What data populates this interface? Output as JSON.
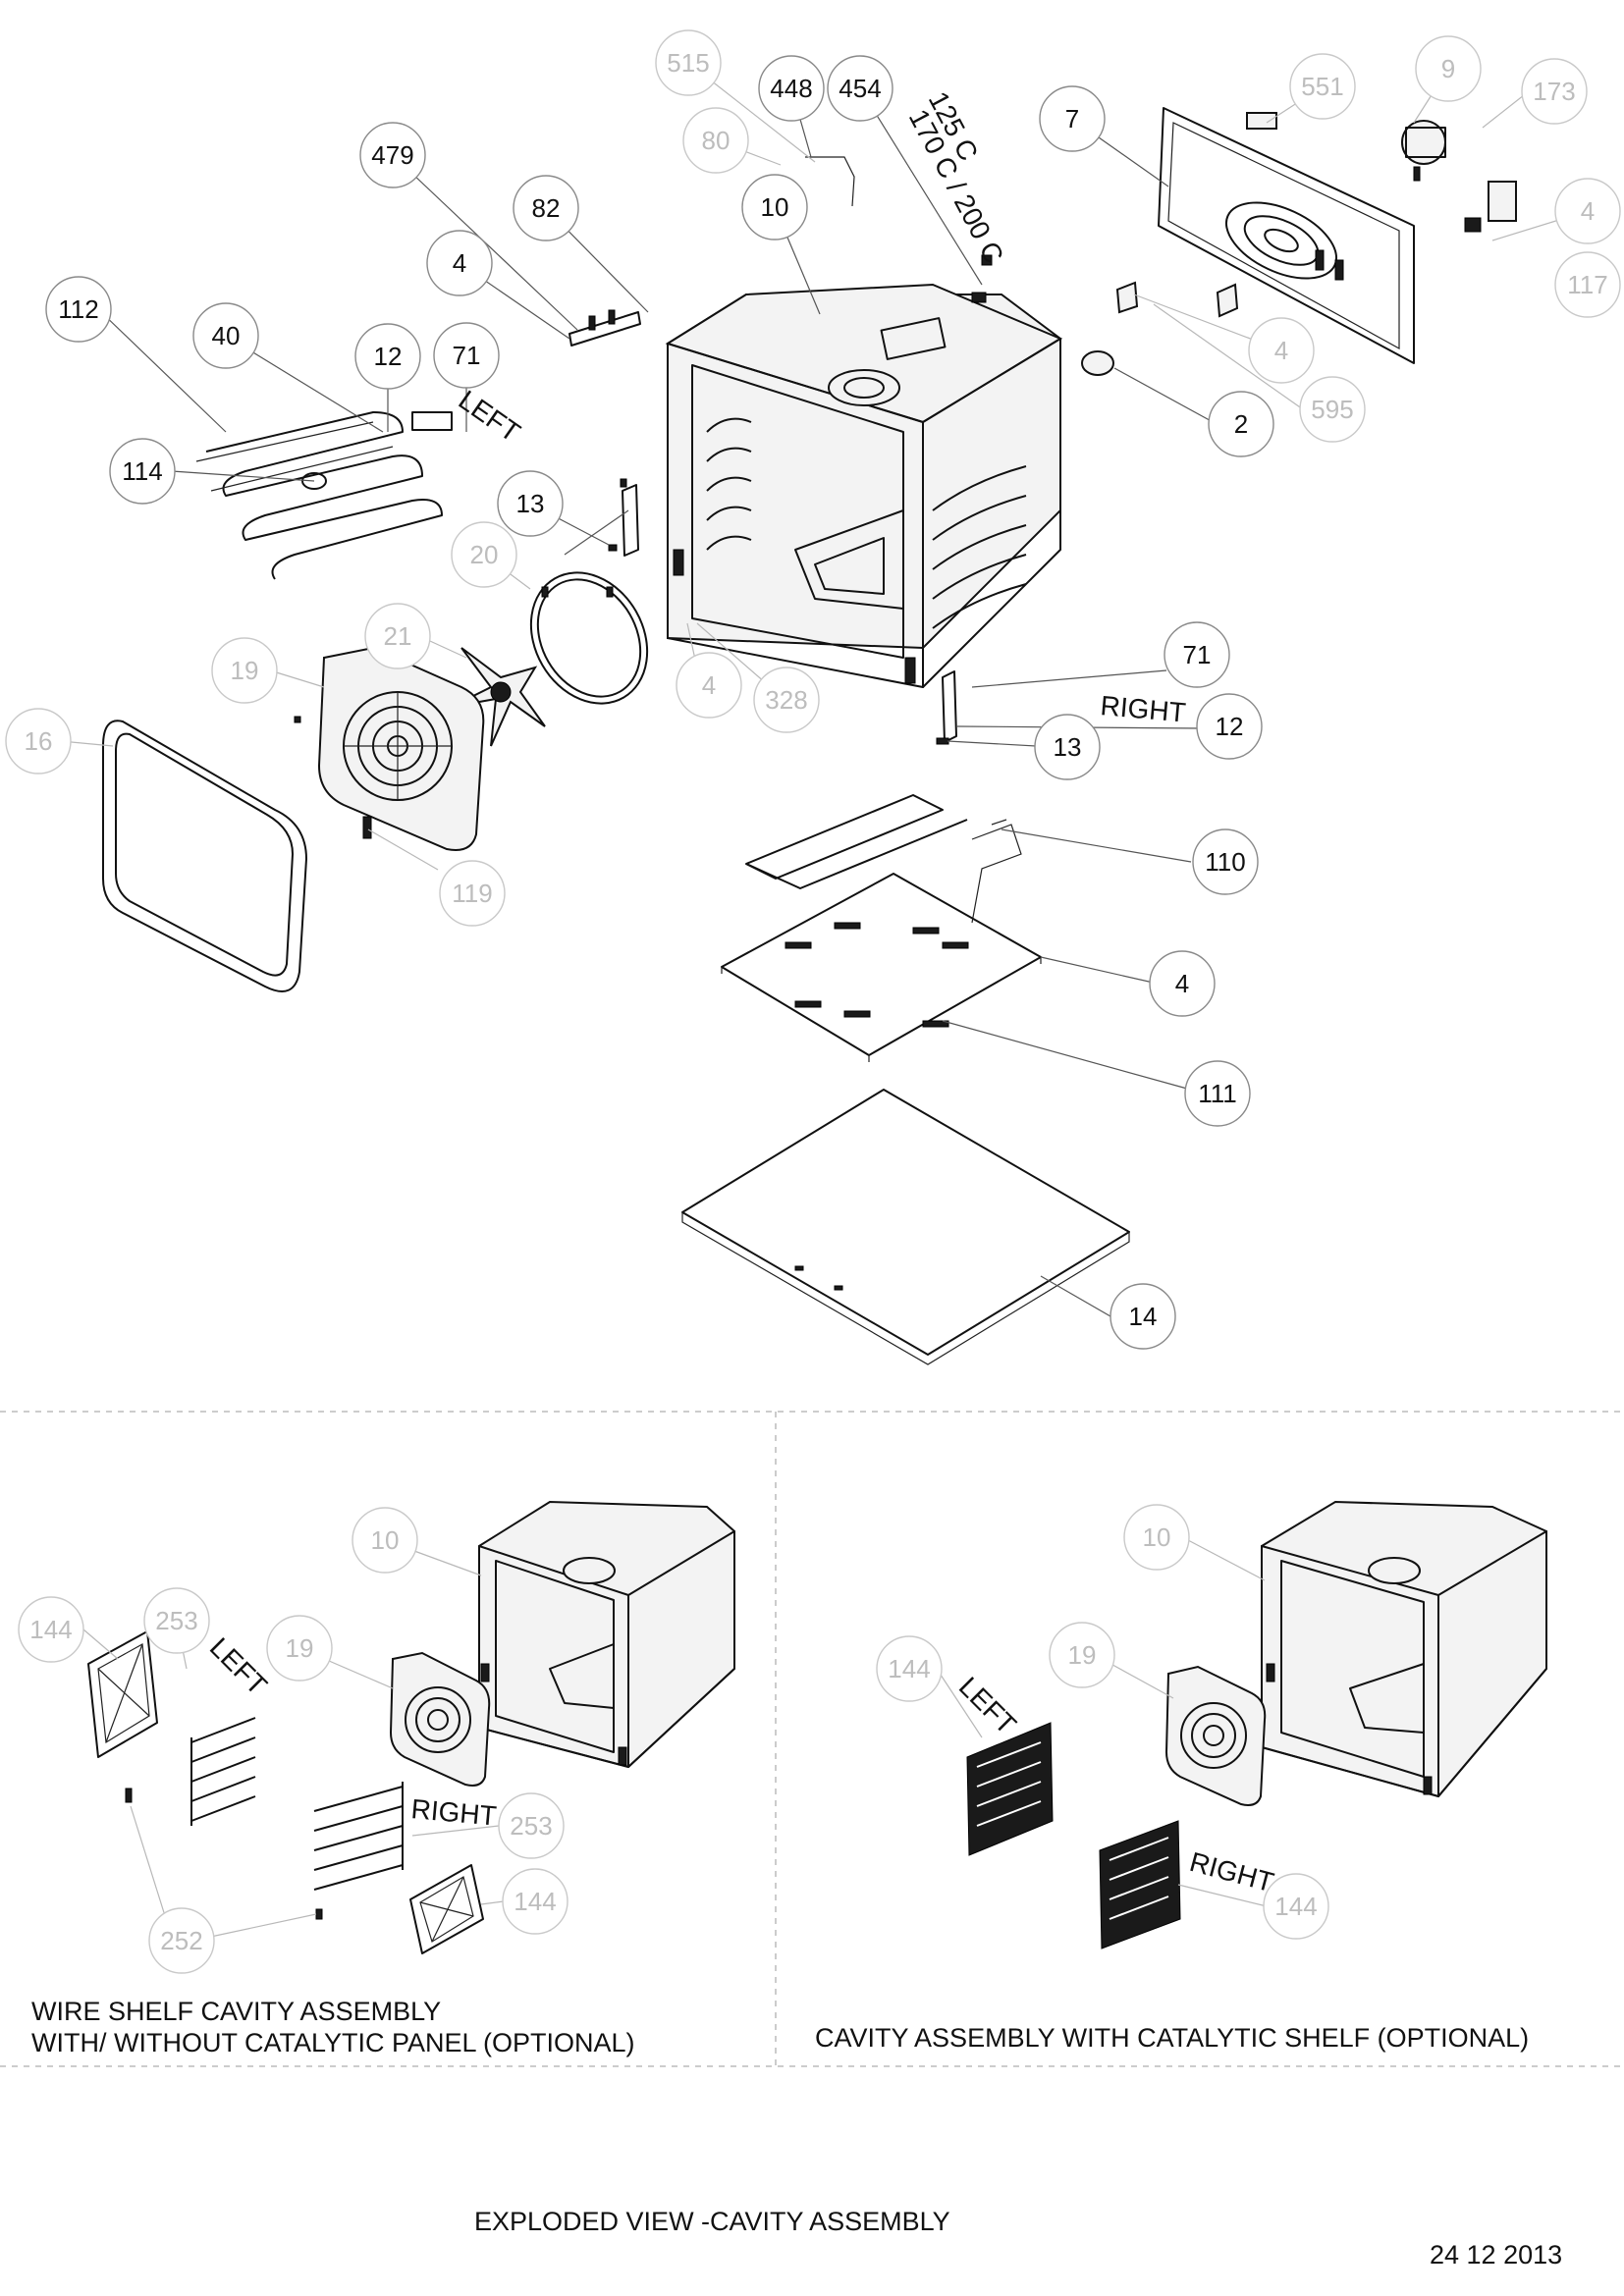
{
  "callouts_main": [
    {
      "id": "515",
      "style": "light"
    },
    {
      "id": "448",
      "style": "dark"
    },
    {
      "id": "454",
      "style": "dark"
    },
    {
      "id": "80",
      "style": "light"
    },
    {
      "id": "10",
      "style": "dark"
    },
    {
      "id": "7",
      "style": "dark"
    },
    {
      "id": "551",
      "style": "light"
    },
    {
      "id": "9",
      "style": "light"
    },
    {
      "id": "173",
      "style": "light"
    },
    {
      "id": "4",
      "style": "light"
    },
    {
      "id": "117",
      "style": "light"
    },
    {
      "id": "479",
      "style": "dark"
    },
    {
      "id": "82",
      "style": "dark"
    },
    {
      "id": "4",
      "style": "dark"
    },
    {
      "id": "112",
      "style": "dark"
    },
    {
      "id": "40",
      "style": "dark"
    },
    {
      "id": "12",
      "style": "dark"
    },
    {
      "id": "71",
      "style": "dark"
    },
    {
      "id": "114",
      "style": "dark"
    },
    {
      "id": "13",
      "style": "dark"
    },
    {
      "id": "20",
      "style": "light"
    },
    {
      "id": "4",
      "style": "light"
    },
    {
      "id": "595",
      "style": "light"
    },
    {
      "id": "2",
      "style": "dark"
    },
    {
      "id": "21",
      "style": "light"
    },
    {
      "id": "19",
      "style": "light"
    },
    {
      "id": "16",
      "style": "light"
    },
    {
      "id": "4",
      "style": "light"
    },
    {
      "id": "328",
      "style": "light"
    },
    {
      "id": "71",
      "style": "dark"
    },
    {
      "id": "12",
      "style": "dark"
    },
    {
      "id": "13",
      "style": "dark"
    },
    {
      "id": "119",
      "style": "light"
    },
    {
      "id": "110",
      "style": "dark"
    },
    {
      "id": "4",
      "style": "dark"
    },
    {
      "id": "111",
      "style": "dark"
    },
    {
      "id": "14",
      "style": "dark"
    }
  ],
  "temperature_labels": [
    "125 C",
    "170 C / 200 C"
  ],
  "side_labels_main": {
    "left": "LEFT",
    "right": "RIGHT"
  },
  "callouts_left_panel": [
    {
      "id": "10",
      "style": "light"
    },
    {
      "id": "144",
      "style": "light"
    },
    {
      "id": "253",
      "style": "light"
    },
    {
      "id": "19",
      "style": "light"
    },
    {
      "id": "253",
      "style": "light"
    },
    {
      "id": "144",
      "style": "light"
    },
    {
      "id": "252",
      "style": "light"
    }
  ],
  "side_labels_left_panel": {
    "left": "LEFT",
    "right": "RIGHT"
  },
  "callouts_right_panel": [
    {
      "id": "10",
      "style": "light"
    },
    {
      "id": "144",
      "style": "light"
    },
    {
      "id": "19",
      "style": "light"
    },
    {
      "id": "144",
      "style": "light"
    }
  ],
  "side_labels_right_panel": {
    "left": "LEFT",
    "right": "RIGHT"
  },
  "caption_left": [
    "WIRE SHELF CAVITY ASSEMBLY",
    "WITH/ WITHOUT CATALYTIC PANEL (OPTIONAL)"
  ],
  "caption_right": "CAVITY ASSEMBLY WITH CATALYTIC SHELF (OPTIONAL)",
  "title": "EXPLODED VIEW -CAVITY ASSEMBLY",
  "date": "24 12 2013"
}
